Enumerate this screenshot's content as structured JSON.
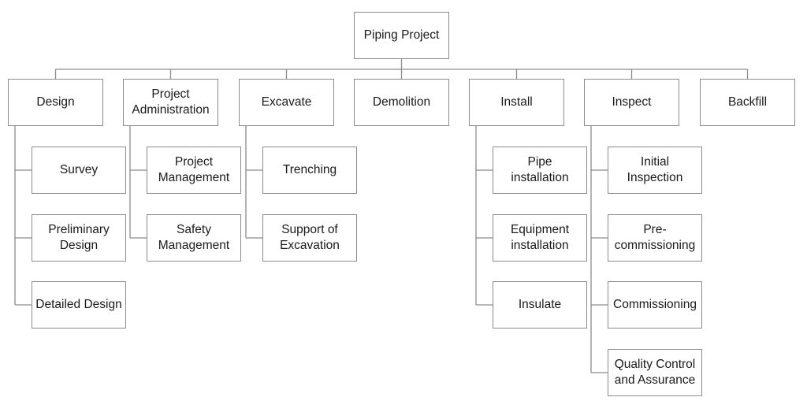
{
  "root": {
    "label": "Piping Project"
  },
  "branches": [
    {
      "label": "Design",
      "children": [
        "Survey",
        "Preliminary\nDesign",
        "Detailed Design"
      ]
    },
    {
      "label": "Project\nAdministration",
      "children": [
        "Project\nManagement",
        "Safety\nManagement"
      ]
    },
    {
      "label": "Excavate",
      "children": [
        "Trenching",
        "Support of\nExcavation"
      ]
    },
    {
      "label": "Demolition",
      "children": []
    },
    {
      "label": "Install",
      "children": [
        "Pipe\ninstallation",
        "Equipment\ninstallation",
        "Insulate"
      ]
    },
    {
      "label": "Inspect",
      "children": [
        "Initial\nInspection",
        "Pre-\ncommissioning",
        "Commissioning",
        "Quality Control\nand Assurance"
      ]
    },
    {
      "label": "Backfill",
      "children": []
    }
  ],
  "colors": {
    "line": "#8c8c8c",
    "box_border": "#8c8c8c",
    "text": "#1a1a1a"
  }
}
